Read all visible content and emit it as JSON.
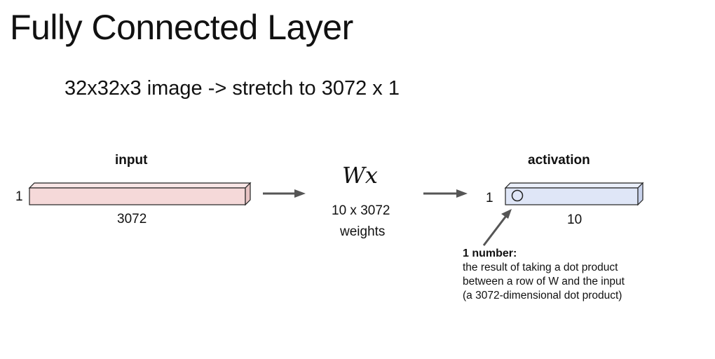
{
  "title": "Fully Connected Layer",
  "subtitle": "32x32x3 image -> stretch to 3072 x 1",
  "input": {
    "heading": "input",
    "height_label": "1",
    "width_label": "3072"
  },
  "weights": {
    "formula": "Wx",
    "dims": "10 x 3072",
    "label": "weights"
  },
  "activation": {
    "heading": "activation",
    "height_label": "1",
    "width_label": "10"
  },
  "note": {
    "heading": "1 number:",
    "lines": [
      "the result of taking a dot product",
      "between a row of W and the input",
      "(a 3072-dimensional dot product)"
    ]
  },
  "colors": {
    "input_front": "#f5d9d9",
    "input_top": "#f9e6e6",
    "input_side": "#e8c4c4",
    "activation_front": "#dfe6f7",
    "activation_top": "#eaeffa",
    "activation_side": "#c9d3ec",
    "arrow": "#555555",
    "outline": "#222222"
  }
}
